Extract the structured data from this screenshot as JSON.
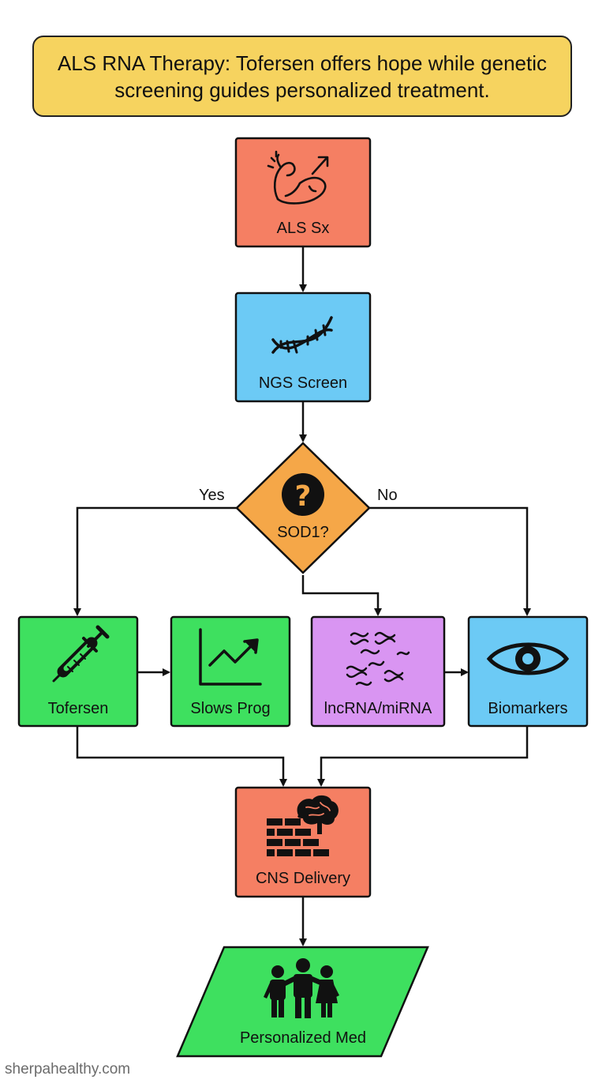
{
  "title": "ALS RNA Therapy: Tofersen offers hope while genetic screening guides personalized treatment.",
  "nodes": {
    "als_sx": {
      "label": "ALS Sx",
      "icon": "flexed-arm-icon",
      "color": "#f57f63"
    },
    "ngs_screen": {
      "label": "NGS Screen",
      "icon": "dna-icon",
      "color": "#6ccaf5"
    },
    "sod1": {
      "label": "SOD1?",
      "icon": "question-icon",
      "color": "#f5a748"
    },
    "tofersen": {
      "label": "Tofersen",
      "icon": "syringe-icon",
      "color": "#3ee05f"
    },
    "slows_prog": {
      "label": "Slows Prog",
      "icon": "trend-chart-icon",
      "color": "#3ee05f"
    },
    "lncrna": {
      "label": "lncRNA/miRNA",
      "icon": "rna-strands-icon",
      "color": "#d995f2"
    },
    "biomarkers": {
      "label": "Biomarkers",
      "icon": "eye-icon",
      "color": "#6ccaf5"
    },
    "cns_delivery": {
      "label": "CNS Delivery",
      "icon": "brain-wall-icon",
      "color": "#f57f63"
    },
    "personalized_med": {
      "label": "Personalized Med",
      "icon": "people-icon",
      "color": "#3ee05f"
    }
  },
  "branches": {
    "yes": "Yes",
    "no": "No"
  },
  "watermark": "sherpahealthy.com"
}
